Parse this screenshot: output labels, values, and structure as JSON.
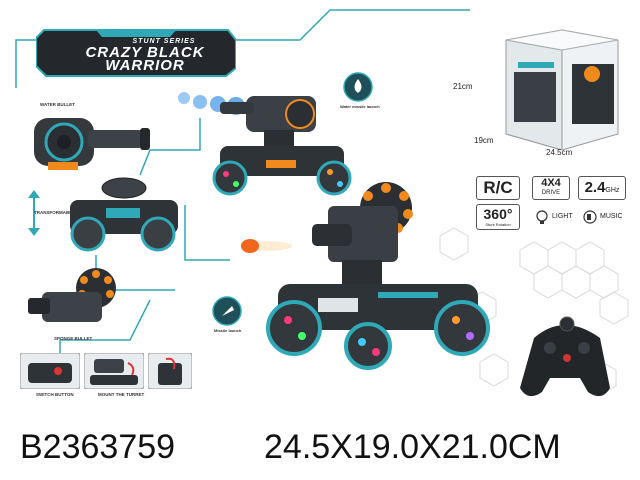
{
  "banner": {
    "series": "STUNT SERIES",
    "title": "CRAZY BLACK WARRIOR"
  },
  "captions": {
    "water_bullet": "WATER BULLET",
    "transformable": "TRANSFORMABLE",
    "sponge_bullet": "SPONGE BULLET",
    "switch_button": "SWITCH BUTTON",
    "mount_turret": "MOUNT THE TURRET",
    "water_launch": "Water missile launch",
    "missile_launch": "Missile launch"
  },
  "box_dims": {
    "height": "21cm",
    "depth": "19cm",
    "width": "24.5cm"
  },
  "features": {
    "rc": "R/C",
    "drive_top": "4X4",
    "drive_bottom": "DRIVE",
    "freq": "2.4",
    "freq_unit": "GHz",
    "rotation": "360°",
    "rotation_sub": "Stunt Rotation",
    "light": "LIGHT",
    "music": "MUSIC"
  },
  "product_code": "B2363759",
  "package_size": "24.5X19.0X21.0CM",
  "colors": {
    "accent": "#2fa9b8",
    "dark": "#2b2f33",
    "orange": "#f08a1c"
  }
}
